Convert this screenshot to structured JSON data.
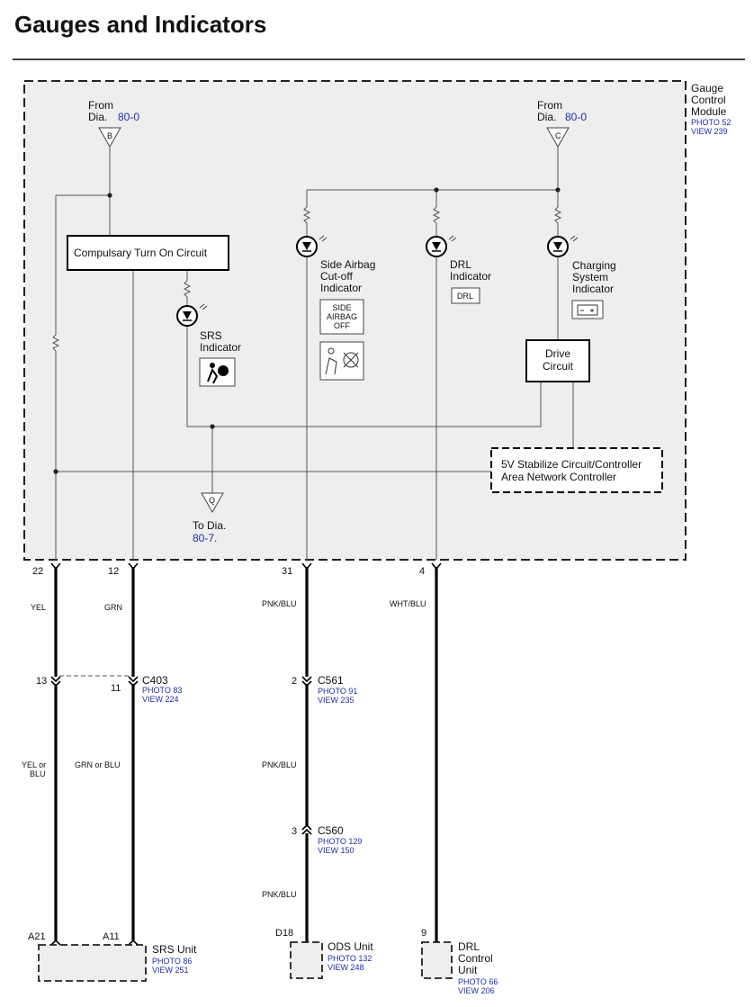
{
  "title": "Gauges and Indicators",
  "module": {
    "name_lines": [
      "Gauge",
      "Control",
      "Module"
    ],
    "photo": "PHOTO 52",
    "view": "VIEW 239"
  },
  "source_b": {
    "from": "From",
    "dia": "Dia.",
    "ref": "80-0",
    "letter": "B"
  },
  "source_c": {
    "from": "From",
    "dia": "Dia.",
    "ref": "80-0",
    "letter": "C"
  },
  "blocks": {
    "turn_on": "Compulsary Turn On Circuit",
    "drive": [
      "Drive",
      "Circuit"
    ],
    "stabilize": [
      "5V Stabilize Circuit/Controller",
      "Area Network Controller"
    ]
  },
  "indicators": {
    "srs": {
      "lines": [
        "SRS",
        "Indicator"
      ]
    },
    "side_airbag": {
      "lines": [
        "Side Airbag",
        "Cut-off",
        "Indicator"
      ],
      "symbol": [
        "SIDE",
        "AIRBAG",
        "OFF"
      ]
    },
    "drl": {
      "lines": [
        "DRL",
        "Indicator"
      ],
      "symbol": "DRL"
    },
    "charging": {
      "lines": [
        "Charging",
        "System",
        "Indicator"
      ]
    }
  },
  "to_dia": {
    "to": "To Dia.",
    "ref": "80-7.",
    "letter": "Q"
  },
  "pins": {
    "p22": "22",
    "p12": "12",
    "p31": "31",
    "p4": "4",
    "p13": "13",
    "p11": "11",
    "p2": "2",
    "p3": "3",
    "a21": "A21",
    "a11": "A11",
    "d18": "D18",
    "p9": "9"
  },
  "wires": {
    "yel": "YEL",
    "grn": "GRN",
    "pnk_blu": "PNK/BLU",
    "wht_blu": "WHT/BLU",
    "yel_or_blu": [
      "YEL or",
      "BLU"
    ],
    "grn_or_blu": "GRN or BLU"
  },
  "connectors": {
    "c403": {
      "name": "C403",
      "photo": "PHOTO 83",
      "view": "VIEW 224"
    },
    "c561": {
      "name": "C561",
      "photo": "PHOTO 91",
      "view": "VIEW 235"
    },
    "c560": {
      "name": "C560",
      "photo": "PHOTO 129",
      "view": "VIEW 150"
    }
  },
  "units": {
    "srs": {
      "name": "SRS Unit",
      "photo": "PHOTO 86",
      "view": "VIEW 251"
    },
    "ods": {
      "name": "ODS Unit",
      "photo": "PHOTO 132",
      "view": "VIEW 248"
    },
    "drl": {
      "name_lines": [
        "DRL",
        "Control",
        "Unit"
      ],
      "photo": "PHOTO 66",
      "view": "VIEW 206"
    }
  }
}
